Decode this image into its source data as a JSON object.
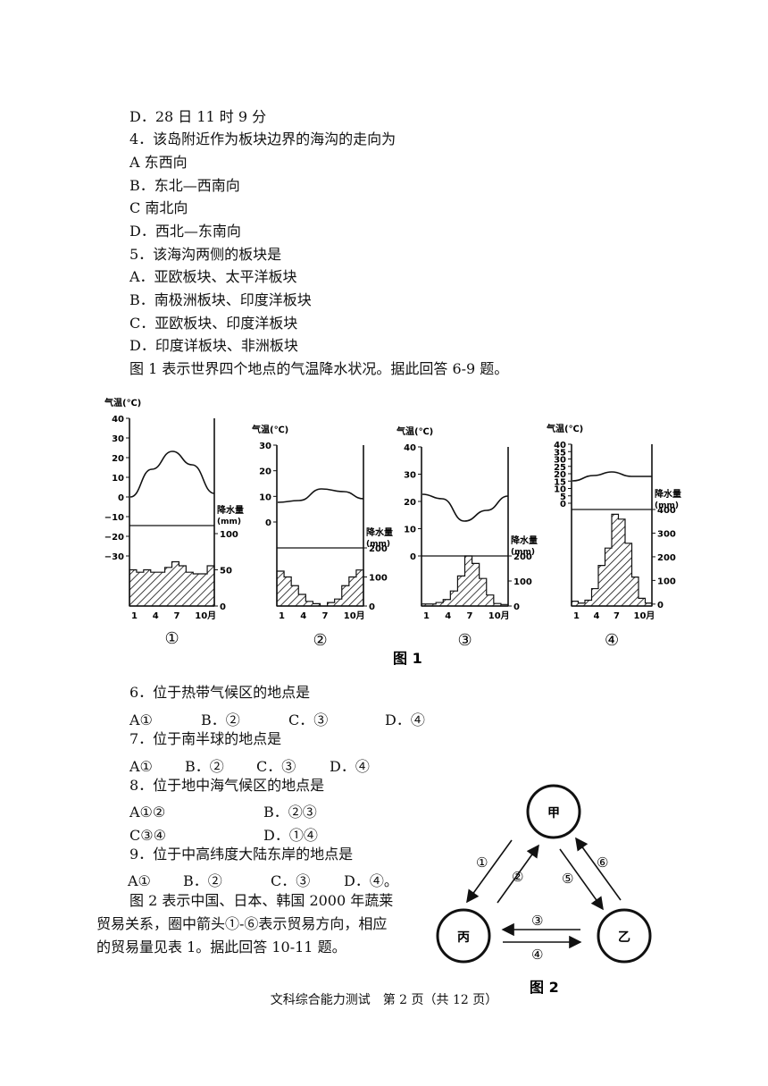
{
  "lines": [
    "D．28 日 11 时 9 分",
    "4．该岛附近作为板块边界的海沟的走向为",
    "A 东西向",
    "B．东北—西南向",
    "C 南北向",
    "D．西北—东南向",
    "5．该海沟两侧的板块是",
    "A．亚欧板块、太平洋板块",
    "B．南极洲板块、印度洋板块",
    "C．亚欧板块、印度洋板块",
    "D．印度详板块、非洲板块",
    "图 1 表示世界四个地点的气温降水状况。据此回答 6-9 题。"
  ],
  "fig1": {
    "caption": "图 1",
    "temp_label": "气温(℃)",
    "precip_label": "降水量",
    "precip_unit": "(mm)",
    "months": [
      "1",
      "4",
      "7",
      "10月"
    ],
    "panels": [
      {
        "num": "①",
        "temp_ticks": [
          "40",
          "30",
          "20",
          "10",
          "0",
          "−10",
          "−20",
          "−30"
        ],
        "precip_ticks": [
          "100",
          "50",
          "0"
        ]
      },
      {
        "num": "②",
        "temp_ticks": [
          "30",
          "20",
          "10",
          "0"
        ],
        "precip_ticks": [
          "200",
          "100",
          "0"
        ]
      },
      {
        "num": "③",
        "temp_ticks": [
          "40",
          "30",
          "20",
          "10",
          "0"
        ],
        "precip_ticks": [
          "200",
          "100",
          "0"
        ]
      },
      {
        "num": "④",
        "temp_ticks": [
          "40",
          "35",
          "30",
          "25",
          "20",
          "15",
          "10",
          "5",
          "0"
        ],
        "precip_ticks": [
          "400",
          "300",
          "200",
          "100",
          "0"
        ]
      }
    ]
  },
  "q6": {
    "q": "6．位于热带气候区的地点是",
    "opts": [
      "A①",
      "B．②",
      "C．③",
      "D．④"
    ]
  },
  "q7": {
    "q": "7．位于南半球的地点是",
    "opts": [
      "A①",
      "B．②",
      "C．③",
      "D．④"
    ]
  },
  "q8": {
    "q": "8．位于地中海气候区的地点是",
    "opts": [
      "A①②",
      "B．②③",
      "C③④",
      "D．①④"
    ]
  },
  "q9": {
    "q": "9．位于中高纬度大陆东岸的地点是",
    "opts": [
      "A①",
      "B．②",
      "C．③",
      "D．④。"
    ]
  },
  "para_fig2": "图 2 表示中国、日本、韩国 2000 年蔬莱贸易关系，圈中箭头①-⑥表示贸易方向，相应的贸易量见表 1。据此回答 10-11 题。",
  "fig2": {
    "caption": "图 2",
    "nodes": {
      "top": "甲",
      "left": "丙",
      "right": "乙"
    },
    "arrows": [
      "①",
      "②",
      "③",
      "④",
      "⑤",
      "⑥"
    ]
  },
  "footer": "文科综合能力测试　第 2 页（共 12 页）"
}
